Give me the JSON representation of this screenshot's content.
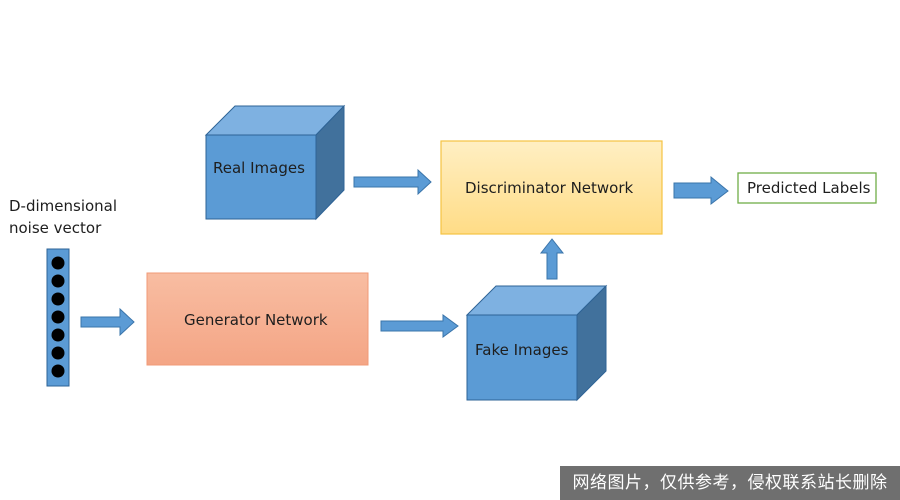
{
  "diagram": {
    "noise_label_line1": "D-dimensional",
    "noise_label_line2": "noise vector",
    "noise_vector_dot_count": 7,
    "real_images": "Real Images",
    "fake_images": "Fake Images",
    "generator": "Generator Network",
    "discriminator": "Discriminator Network",
    "predicted_labels": "Predicted Labels"
  },
  "colors": {
    "cube_front": "#5b9bd5",
    "cube_top": "#7eb1e1",
    "cube_side": "#41719c",
    "cube_edge": "#2e6396",
    "arrow_fill": "#5b9bd5",
    "arrow_stroke": "#3a74aa",
    "generator_fill": "#f4a585",
    "discriminator_fill": "#ffe39a",
    "discriminator_border": "#f5c342",
    "predicted_border": "#70ad47",
    "noise_bar": "#5b9bd5",
    "noise_dot": "#000000"
  },
  "watermark": {
    "text": "网络图片，仅供参考，侵权联系站长删除"
  }
}
